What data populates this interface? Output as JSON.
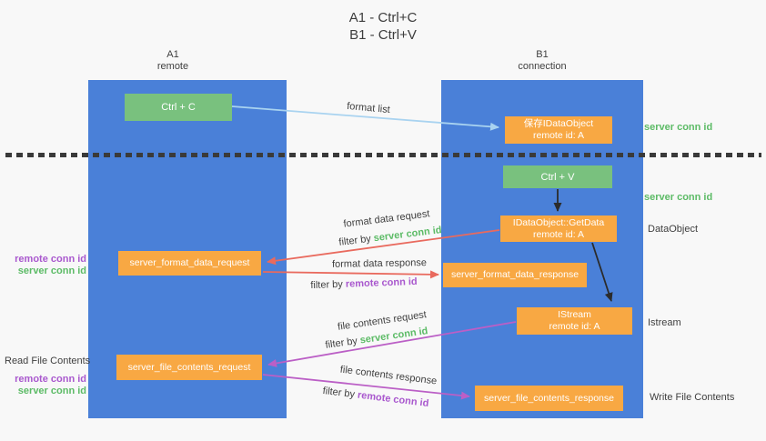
{
  "title": {
    "line1": "A1 - Ctrl+C",
    "line2": "B1 - Ctrl+V"
  },
  "columns": {
    "a": {
      "name": "A1",
      "role": "remote"
    },
    "b": {
      "name": "B1",
      "role": "connection"
    }
  },
  "boxes": {
    "ctrl_c": "Ctrl + C",
    "ctrl_v": "Ctrl + V",
    "save_dataobject_line1": "保存IDataObject",
    "save_dataobject_line2": "remote id: A",
    "getdata_line1": "IDataObject::GetData",
    "getdata_line2": "remote id: A",
    "istream_line1": "IStream",
    "istream_line2": "remote id: A",
    "format_request": "server_format_data_request",
    "format_response": "server_format_data_response",
    "file_request": "server_file_contents_request",
    "file_response": "server_file_contents_response"
  },
  "arrow_labels": {
    "format_list": "format list",
    "format_data_request": "format data request",
    "format_data_response": "format data response",
    "file_contents_request": "file contents request",
    "file_contents_response": "file contents response",
    "filter_by": "filter by ",
    "server_conn_id": "server conn id",
    "remote_conn_id": "remote conn id"
  },
  "side_labels": {
    "server_conn_id_top": "server conn id",
    "server_conn_id_mid": "server conn id",
    "dataobject": "DataObject",
    "istream": "Istream",
    "read_file_contents": "Read File Contents",
    "write_file_contents": "Write File Contents",
    "remote_conn_id": "remote conn id",
    "server_conn_id": "server conn id"
  },
  "colors": {
    "column_blue": "#4a80d8",
    "box_green": "#79c17e",
    "box_orange": "#f8a843",
    "text_green": "#5cbb66",
    "text_purple": "#a958ce",
    "text_dark": "#3f3f3f",
    "arrow_blue": "#a9d3f0",
    "arrow_red": "#e96a5e",
    "arrow_purple": "#bb5fc6",
    "arrow_black": "#2b2b2b"
  }
}
